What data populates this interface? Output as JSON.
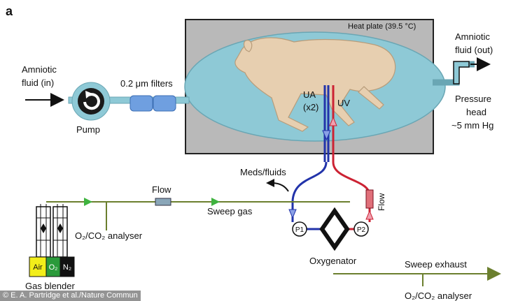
{
  "panel_label": "a",
  "heat_plate": "Heat plate (39.5 °C)",
  "amniotic_in": [
    "Amniotic",
    "fluid (in)"
  ],
  "amniotic_out": [
    "Amniotic",
    "fluid (out)"
  ],
  "pump": "Pump",
  "filters": "0.2 μm filters",
  "ua": [
    "UA",
    "(x2)"
  ],
  "uv": "UV",
  "pressure_head": [
    "Pressure",
    "head",
    "~5 mm Hg"
  ],
  "meds_fluids": "Meds/fluids",
  "flow_gas": "Flow",
  "flow_blood": "Flow",
  "sweep_gas": "Sweep gas",
  "analyser_left": "O₂/CO₂ analyser",
  "analyser_right": "O₂/CO₂ analyser",
  "p1": "P1",
  "p2": "P2",
  "oxygenator": "Oxygenator",
  "sweep_exhaust": "Sweep exhaust",
  "gas_blender": "Gas blender",
  "gas_labels": [
    "Air",
    "O₂",
    "N₂"
  ],
  "credit": "© E. A. Partridge et al./Nature Commun",
  "colors": {
    "fluid": "#8ec9d6",
    "fluid_line": "#6aa6b4",
    "gas_line": "#6b7f2e",
    "artery": "#2233aa",
    "vein": "#cc2233",
    "plate": "#b9b9b9",
    "air": "#f2ee1a",
    "o2": "#2a9a3a",
    "n2": "#111111"
  }
}
